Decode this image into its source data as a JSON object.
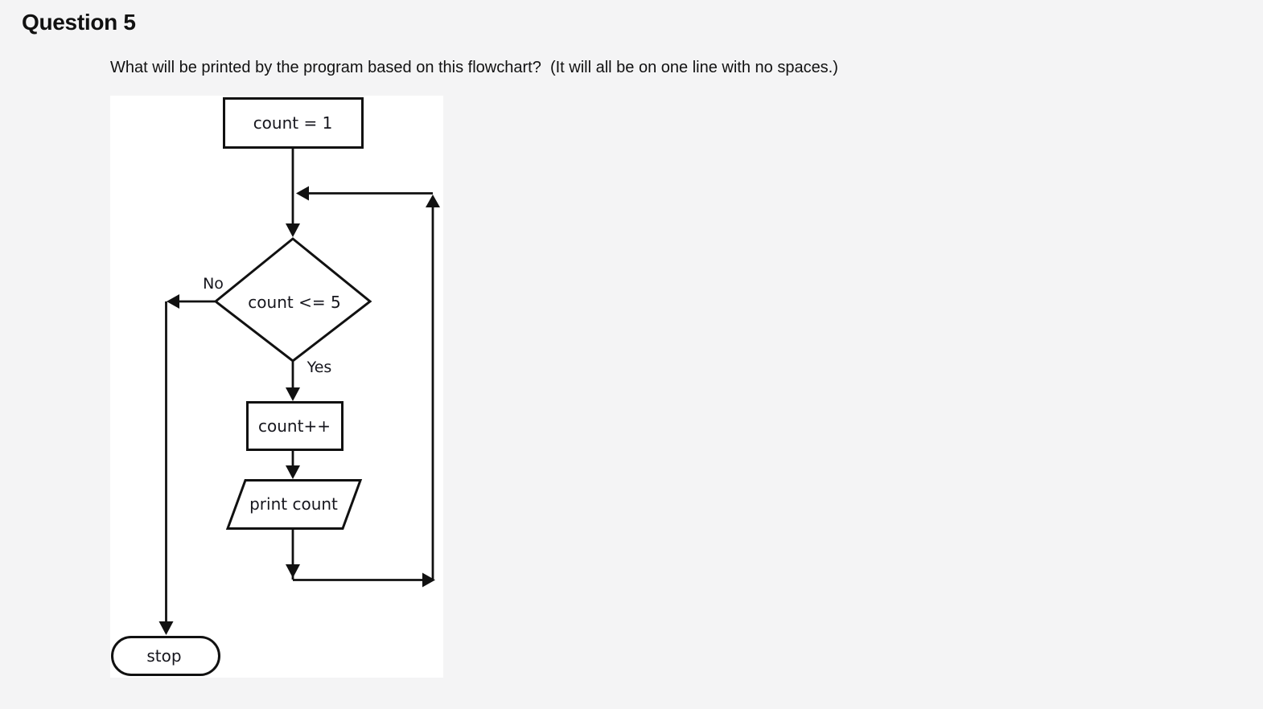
{
  "page": {
    "title": "Question 5",
    "question_text": "What will be printed by the program based on this flowchart?  (It will all be on one line with no spaces.)",
    "background_color": "#f4f4f5"
  },
  "flowchart": {
    "type": "flowchart",
    "canvas_background": "#ffffff",
    "ink_color": "#111111",
    "nodes": [
      {
        "id": "init",
        "shape": "process-rectangle",
        "label": "count = 1"
      },
      {
        "id": "decision",
        "shape": "decision-diamond",
        "label": "count <= 5"
      },
      {
        "id": "increment",
        "shape": "process-rectangle",
        "label": "count++"
      },
      {
        "id": "print",
        "shape": "io-parallelogram",
        "label": "print count"
      },
      {
        "id": "stop",
        "shape": "terminator",
        "label": "stop"
      }
    ],
    "branch_labels": {
      "no": "No",
      "yes": "Yes"
    },
    "edges_description": [
      "init -> decision",
      "decision -No-> stop",
      "decision -Yes-> increment",
      "increment -> print",
      "print -> loop back to line above decision"
    ]
  }
}
